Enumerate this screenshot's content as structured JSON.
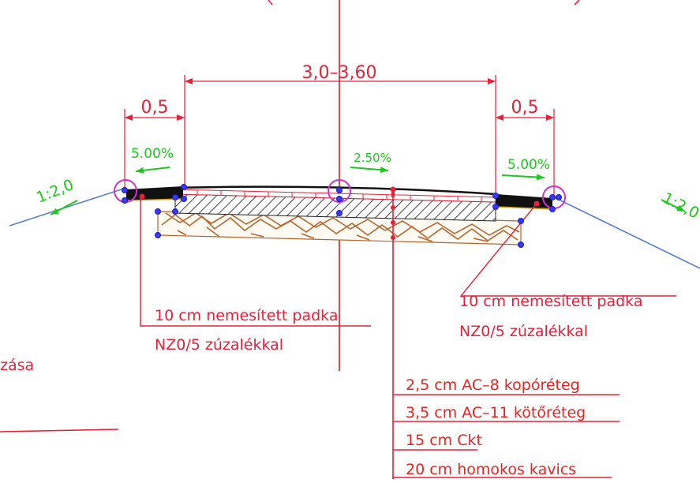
{
  "dimensions": {
    "total_width": "3,0–3,60",
    "left_shoulder": "0,5",
    "right_shoulder": "0,5"
  },
  "slopes": {
    "left_shoulder_pct": "5.00%",
    "center_pct": "2.50%",
    "right_shoulder_pct": "5.00%",
    "left_embankment": "1:2,0",
    "right_embankment": "1:2,0"
  },
  "shoulder_notes": {
    "left": {
      "line1": "10 cm nemesített padka",
      "line2": "NZ0/5 zúzalékkal"
    },
    "right": {
      "line1": "10 cm nemesített padka",
      "line2": "NZ0/5 zúzalékkal"
    }
  },
  "layers": [
    "2,5 cm AC–8 kopóréteg",
    "3,5 cm AC–11 kötőréteg",
    "15 cm Ckt",
    "20 cm homokos kavics"
  ],
  "clipped_text": {
    "left_fragment": "zása"
  },
  "colors": {
    "dimension": "#e8203a",
    "slope_label": "#1ec81e",
    "annotation": "#e8203a",
    "layer_text": "#ee2222",
    "axis": "#d42020",
    "embankment": "#5a7fd0",
    "grip": "#1a1acc",
    "marker": "#cc33cc",
    "gravel": "#b5652d"
  }
}
